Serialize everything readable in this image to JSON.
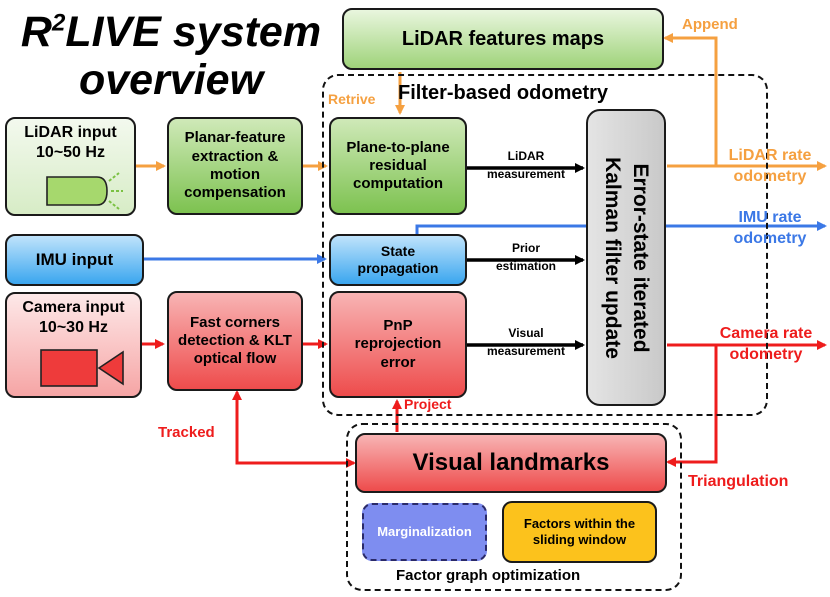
{
  "title": {
    "main": "LIVE system",
    "prefix": "R",
    "superscript": "2",
    "line2": "overview"
  },
  "boxes": {
    "lidar_maps": "LiDAR features maps",
    "lidar_input_1": "LiDAR input",
    "lidar_input_2": "10~50 Hz",
    "imu_input": "IMU input",
    "camera_input_1": "Camera input",
    "camera_input_2": "10~30 Hz",
    "planar": "Planar-feature extraction & motion compensation",
    "fast_corners": "Fast corners detection & KLT optical flow",
    "plane_residual": "Plane-to-plane residual computation",
    "state_prop": "State propagation",
    "pnp": "PnP reprojection error",
    "eskf_1": "Error-state iterated",
    "eskf_2": "Kalman filter update",
    "visual_landmarks": "Visual landmarks",
    "marginalization": "Marginalization",
    "factors": "Factors within the sliding window"
  },
  "groups": {
    "filter_odometry": "Filter-based odometry",
    "factor_graph": "Factor graph optimization"
  },
  "edge_labels": {
    "append": "Append",
    "retrive": "Retrive",
    "lidar_meas_1": "LiDAR",
    "lidar_meas_2": "measurement",
    "prior_1": "Prior",
    "prior_2": "estimation",
    "visual_meas_1": "Visual",
    "visual_meas_2": "measurement",
    "project": "Project",
    "tracked": "Tracked",
    "triangulation": "Triangulation"
  },
  "outputs": {
    "lidar_rate_1": "LiDAR rate",
    "lidar_rate_2": "odometry",
    "imu_rate_1": "IMU rate",
    "imu_rate_2": "odometry",
    "camera_rate_1": "Camera rate",
    "camera_rate_2": "odometry"
  },
  "colors": {
    "lidar_path": "#f5a040",
    "imu_path": "#3b78e6",
    "camera_path": "#ee1c1c",
    "measurement_path": "#000000"
  }
}
